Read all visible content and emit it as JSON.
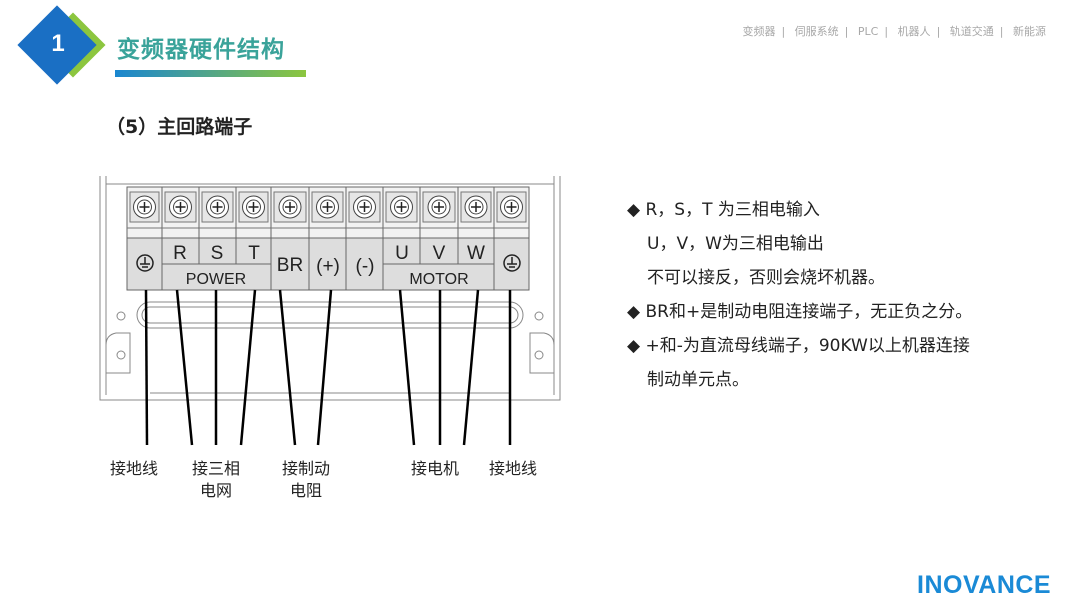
{
  "header": {
    "section_number": "1",
    "section_title": "变频器硬件结构",
    "nav": [
      "变频器",
      "伺服系统",
      "PLC",
      "机器人",
      "轨道交通",
      "新能源"
    ]
  },
  "subtitle": "（5）主回路端子",
  "diagram": {
    "terminals": [
      "R",
      "S",
      "T",
      "BR",
      "(+)",
      "(-)",
      "U",
      "V",
      "W"
    ],
    "groups": [
      "POWER",
      "MOTOR"
    ],
    "callouts": {
      "ground_left": "接地线",
      "power": [
        "接三相",
        "电网"
      ],
      "brake": [
        "接制动",
        "电阻"
      ],
      "motor": "接电机",
      "ground_right": "接地线"
    }
  },
  "notes": [
    "◆ R，S，T 为三相电输入",
    "U，V，W为三相电输出",
    "不可以接反，否则会烧坏机器。",
    "◆ BR和+是制动电阻连接端子，无正负之分。",
    "◆ +和-为直流母线端子，90KW以上机器连接",
    "制动单元点。"
  ],
  "brand": "INOVANCE",
  "colors": {
    "blue": "#1a6fc4",
    "green": "#8cc63f",
    "teal": "#3aa39a"
  }
}
